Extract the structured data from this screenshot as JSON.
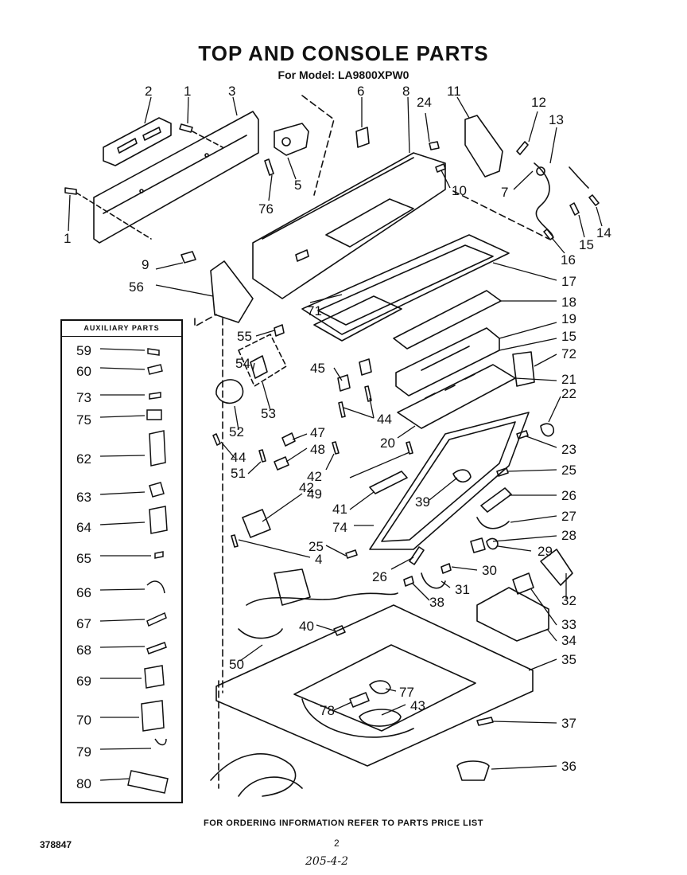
{
  "header": {
    "title": "TOP AND CONSOLE PARTS",
    "subtitle": "For Model: LA9800XPW0"
  },
  "aux_box": {
    "header": "AUXILIARY PARTS",
    "items": [
      "59",
      "60",
      "73",
      "75",
      "62",
      "63",
      "64",
      "65",
      "66",
      "67",
      "68",
      "69",
      "70",
      "79",
      "80"
    ]
  },
  "callouts": [
    "1",
    "1",
    "2",
    "3",
    "4",
    "4",
    "4",
    "5",
    "6",
    "7",
    "8",
    "9",
    "10",
    "11",
    "12",
    "13",
    "14",
    "15",
    "15",
    "16",
    "17",
    "18",
    "19",
    "20",
    "21",
    "22",
    "23",
    "24",
    "25",
    "25",
    "26",
    "26",
    "27",
    "28",
    "29",
    "30",
    "31",
    "32",
    "33",
    "34",
    "35",
    "36",
    "37",
    "38",
    "39",
    "40",
    "41",
    "42",
    "42",
    "43",
    "44",
    "45",
    "47",
    "48",
    "49",
    "50",
    "51",
    "52",
    "53",
    "54",
    "55",
    "56",
    "71",
    "72",
    "74",
    "76",
    "77",
    "78"
  ],
  "footer": {
    "ordering_note": "FOR ORDERING INFORMATION REFER TO PARTS PRICE LIST",
    "doc_number": "378847",
    "page_number": "2",
    "handwritten_note": "205-4-2"
  }
}
